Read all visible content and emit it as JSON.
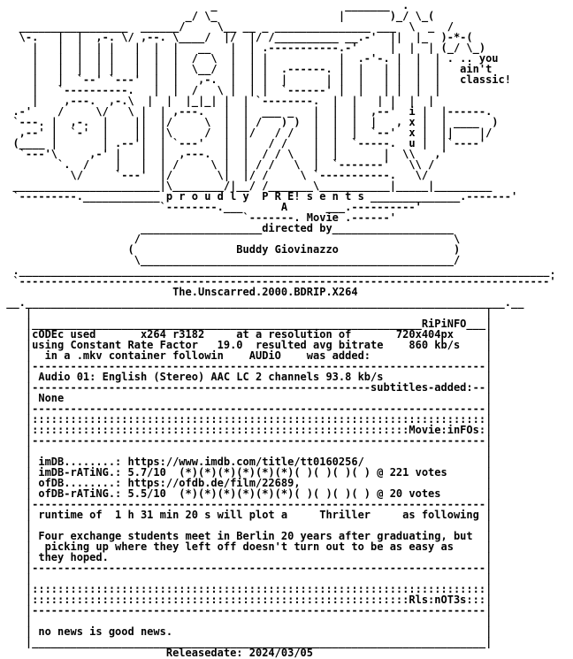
{
  "document": {
    "text_color": "#000000",
    "background_color": "#ffffff",
    "banner_lines": [
      "                                 _                    _______  .  ",
      "                             _/ \\_                   |       )_/ \\_(",
      "   _________________  ______/     \\__ __ _ _______________ ___  \\  _  /",
      "   \\-.   |  |  ,-. \\/ ,--. \\____/  |/  |/ /__________ __.-'  ||  |_  )-*-(",
      "     |   |  |  | |   |  |  |   __   |  | .-----------.-'     |  |  | (_/ \\_)",
      "     |   |  |  | |   |  |  |  /  \\  |  | |           |  .-'-. |  |  | . .. you",
      "     |   |  |  | |   |  |  |  \\__/  |  | |  .------. |  |   | |  |  |   ain't",
      "     |   |  `--' `---'  |  |   ,-.  |  | |  |      | |  |   | |  |  |   classic!",
      "     |   `----------.   |  |  /   \\ |  | |  `------' |  |   | |  |  |",
      "     |    ,---.  ,-.\\  |  |  |_|_| |  | `--------.  |  |   | |  |  |",
      "  .-'    /     \\/   \\ |  | ,---.   |  |  ___ _   |  |  |  ,--'  i |  |------.",
      "  `---. |  ,-.  |    ||  |/     \\  |  | /   ) )  |  |  |  |   , x |  | ____  )",
      "   ,--' |  `-'  |    ||  |\\     /  |  |/   / /   |  |  |  `--'  x |  ||    |/",
      "  (____ |       | .--'|  | `---'   |  |   / /    |  |  `-----.  u |  |`----'",
      "   `---'\\     ,-' |   |  |  ,---.  |  |  / / \\   |  |       |  \\\\   ,'",
      "         `.  /    |   |  | /     \\ |  | / /   \\  |  `-------'   \\\\ /",
      "           \\/     `---'  |/       \\|  |/ /     \\ `-----------.   \\/",
      "  _______________________|\\________/|__/ /_______\\___________|_____|_________",
      "  `---------.____________ p r o u d l y  P R E! s e n t s ______________.-------'",
      "                         `--------.___      A      ___.----------'",
      "                                      `-------. Movie .------'",
      "                      ___________________directed by___________________",
      "                     /                                                 \\",
      "                    (                Buddy Giovinazzo                  )",
      "                     \\_________________________________________________/",
      "  .___________________________________________________________________________________.",
      "  `-----------------------------------------------------------------------------------'"
    ],
    "release_name_line": "                           The.Unscarred.2000.BDRIP.X264",
    "body_lines": [
      " __.___________________________________________________________________________.__",
      "    |                                                                       |",
      "    |_____________________________________________________________RiPiNFO___|",
      "    |cODEc used       x264 r3182     at a resolution of       720x404px     |",
      "    |using Constant Rate Factor   19.0  resulted avg bitrate    860 kb/s    |",
      "    |  in a .mkv container followin    AUDiO    was added:                  |",
      "    |-----------------------------------------------------------------------|",
      "    | Audio 01: English (Stereo) AAC LC 2 channels 93.8 kb/s                |",
      "    |-----------------------------------------------------subtitles-added:--|",
      "    | None                                                                  |",
      "    |-----------------------------------------------------------------------|",
      "    |:::::::::::::::::::::::::::::::::::::::::::::::::::::::::::::::::::::::|",
      "    |:::::::::::::::::::::::::::::::::::::::::::::::::::::::::::Movie:inFOs:|",
      "    |-----------------------------------------------------------------------|",
      "    |                                                                       |",
      "    | imDB........: https://www.imdb.com/title/tt0160256/                   |",
      "    | imDB-rATiNG.: 5.7/10  (*)(*)(*)(*)(*)(*)( )( )( )( ) @ 221 votes      |",
      "    | ofDB........: https://ofdb.de/film/22689,                             |",
      "    | ofDB-rATiNG.: 5.5/10  (*)(*)(*)(*)(*)(*)( )( )( )( ) @ 20 votes       |",
      "    |-----------------------------------------------------------------------|",
      "    | runtime of  1 h 31 min 20 s will plot a     Thriller     as following |",
      "    |                                                                       |",
      "    | Four exchange students meet in Berlin 20 years after graduating, but  |",
      "    |  picking up where they left off doesn't turn out to be as easy as     |",
      "    | they hoped.                                                           |",
      "    |-----------------------------------------------------------------------|",
      "    |                                                                       |",
      "    |:::::::::::::::::::::::::::::::::::::::::::::::::::::::::::::::::::::::|",
      "    |:::::::::::::::::::::::::::::::::::::::::::::::::::::::::::Rls:nOT3s:::|",
      "    |-----------------------------------------------------------------------|",
      "    |                                                                       |",
      "    | no news is good news.                                                 |",
      "    |_______________________________________________________________________|",
      "                          Releasedate: 2024/03/05"
    ]
  }
}
